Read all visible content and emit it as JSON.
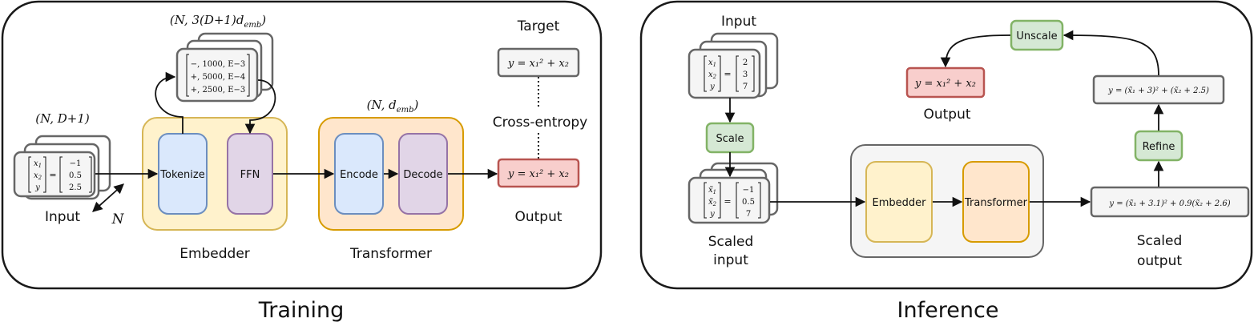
{
  "training": {
    "caption": "Training",
    "input_dim": "(N, D+1)",
    "embed_dim": "(N, 3(D+1)d",
    "embed_dim_sub": "emb",
    "embed_dim_close": ")",
    "transformer_dim": "(N, d",
    "transformer_dim_sub": "emb",
    "transformer_dim_close": ")",
    "input_label": "Input",
    "n_label": "N",
    "matrix_rows": [
      "x",
      "x",
      "y"
    ],
    "matrix_row_subs": [
      "1",
      "2",
      ""
    ],
    "matrix_values": [
      "−1",
      "0.5",
      "2.5"
    ],
    "tokens": [
      "−, 1000, E−3",
      "+, 5000, E−4",
      "+, 2500, E−3"
    ],
    "embedder_title": "Embedder",
    "tokenize_label": "Tokenize",
    "ffn_label": "FFN",
    "transformer_title": "Transformer",
    "encode_label": "Encode",
    "decode_label": "Decode",
    "target_title": "Target",
    "target_formula": "y = x₁² + x₂",
    "loss_label": "Cross-entropy",
    "output_formula": "y = x₁² + x₂",
    "output_label": "Output"
  },
  "inference": {
    "caption": "Inference",
    "input_label": "Input",
    "input_values": [
      "2",
      "3",
      "7"
    ],
    "scale_label": "Scale",
    "scaled_values": [
      "−1",
      "0.5",
      "7"
    ],
    "scaled_input_label_line1": "Scaled",
    "scaled_input_label_line2": "input",
    "embedder_label": "Embedder",
    "transformer_label": "Transformer",
    "scaled_output_formula": "y = (x̃₁ + 3.1)² + 0.9(x̃₂ + 2.6)",
    "scaled_output_label_line1": "Scaled",
    "scaled_output_label_line2": "output",
    "refine_label": "Refine",
    "refined_formula": "y = (x̃₁ + 3)² + (x̃₂ + 2.5)",
    "unscale_label": "Unscale",
    "output_formula": "y = x₁² + x₂",
    "output_label": "Output"
  },
  "colors": {
    "frame": "#1a1a1a",
    "blue_fill": "#dae8fc",
    "blue_stroke": "#6c8ebf",
    "purple_fill": "#e1d5e7",
    "purple_stroke": "#9673a6",
    "yellow_fill": "#fff2cc",
    "yellow_stroke": "#d6b656",
    "orange_fill": "#ffe6cc",
    "orange_stroke": "#d79b00",
    "green_fill": "#d5e8d4",
    "green_stroke": "#82b366",
    "red_fill": "#f8cecc",
    "red_stroke": "#b85450",
    "gray_fill": "#f5f5f5",
    "gray_stroke": "#666666"
  }
}
